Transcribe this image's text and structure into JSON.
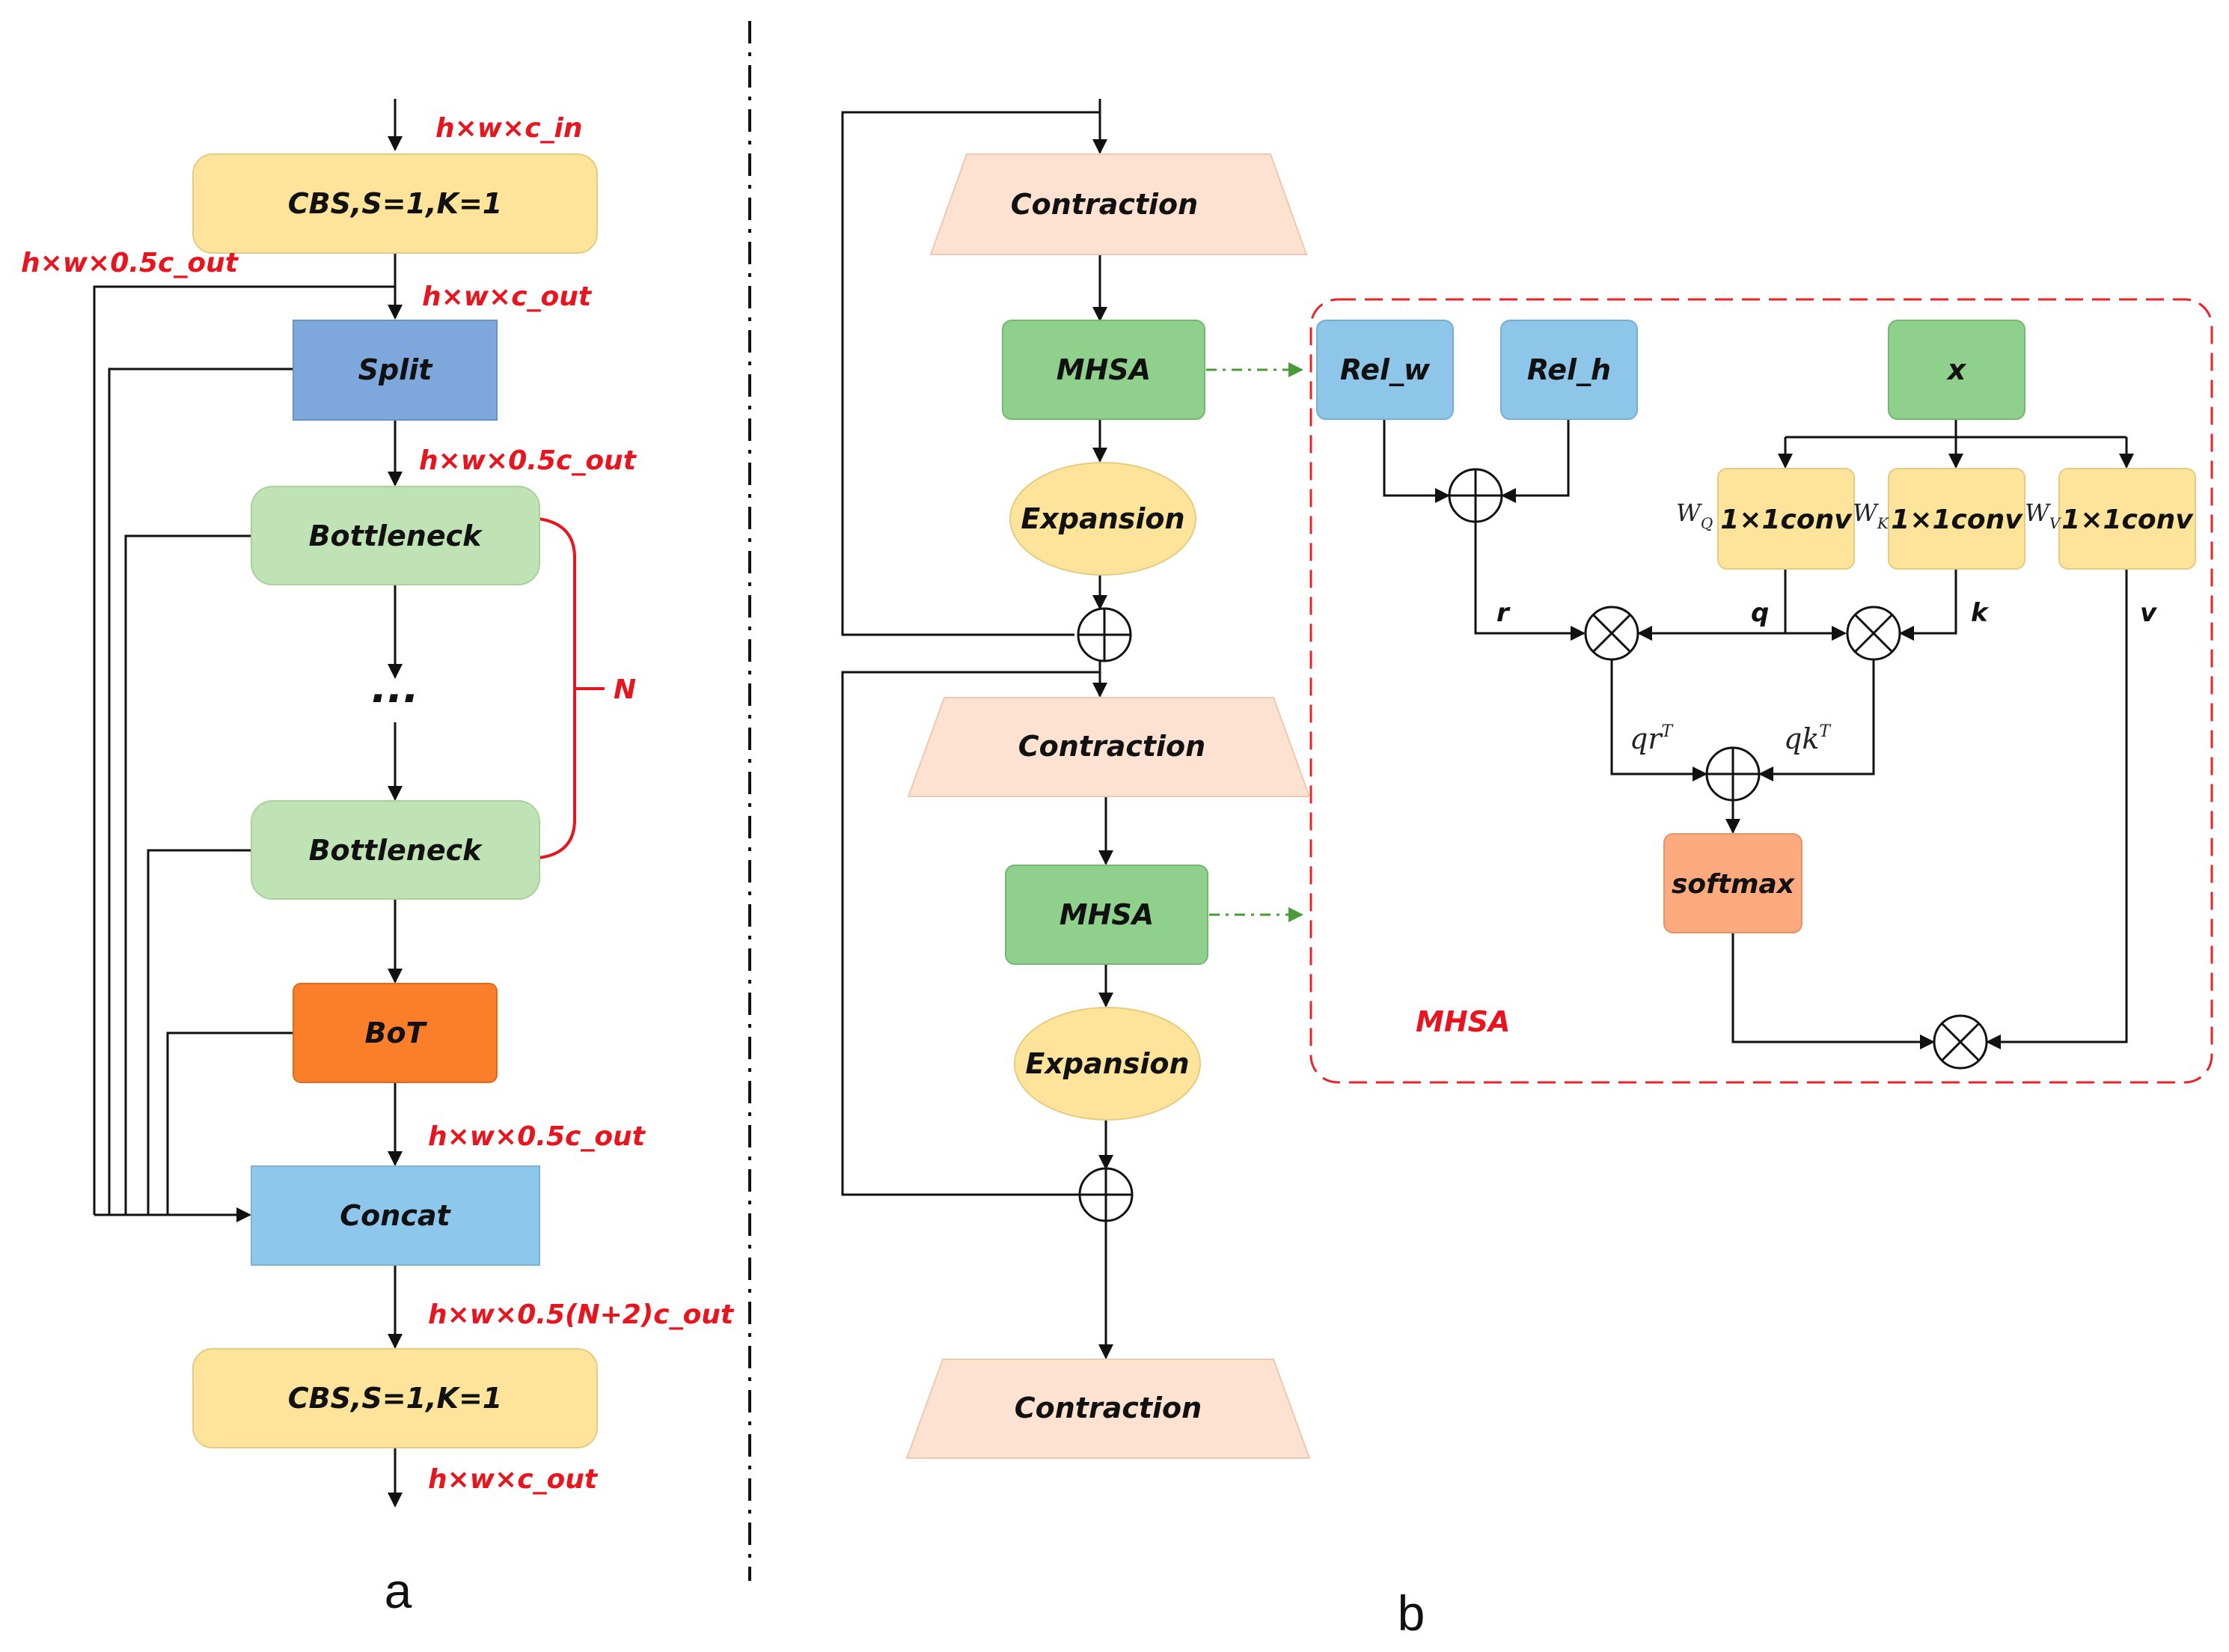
{
  "panel_a": {
    "caption": "a",
    "blocks": {
      "cbs_top": "CBS,S=1,K=1",
      "split": "Split",
      "bottleneck_1": "Bottleneck",
      "ellipsis": "...",
      "bottleneck_2": "Bottleneck",
      "bot": "BoT",
      "concat": "Concat",
      "cbs_bottom": "CBS,S=1,K=1"
    },
    "shape_labels": {
      "input": "h×w×c_in",
      "half_bypass": "h×w×0.5c_out",
      "after_cbs": "h×w×c_out",
      "after_split": "h×w×0.5c_out",
      "after_bot": "h×w×0.5c_out",
      "after_concat": "h×w×0.5(N+2)c_out",
      "output": "h×w×c_out"
    },
    "repeat_label": "N"
  },
  "panel_b": {
    "caption": "b",
    "blocks": {
      "contraction_1": "Contraction",
      "mhsa_1": "MHSA",
      "expansion_1": "Expansion",
      "contraction_2": "Contraction",
      "mhsa_2": "MHSA",
      "expansion_2": "Expansion",
      "contraction_3": "Contraction"
    },
    "mhsa_detail": {
      "title": "MHSA",
      "rel_w": "Rel_w",
      "rel_h": "Rel_h",
      "x": "x",
      "conv_q": "1×1conv",
      "conv_k": "1×1conv",
      "conv_v": "1×1conv",
      "w_q": "W",
      "w_q_sub": "Q",
      "w_k": "W",
      "w_k_sub": "K",
      "w_v": "W",
      "w_v_sub": "V",
      "r": "r",
      "q": "q",
      "k": "k",
      "v": "v",
      "qr": "qr",
      "qr_sup": "T",
      "qk": "qk",
      "qk_sup": "T",
      "softmax": "softmax"
    }
  },
  "colors": {
    "yellow": "#fde49a",
    "blue_split": "#7ea7dc",
    "green_light": "#bfe3b4",
    "orange_bot": "#fb7e2a",
    "blue_concat": "#8ec7ec",
    "peach": "#fde2d2",
    "green_mhsa": "#8fd18c",
    "blue_rel": "#8ec6ea",
    "orange_softmax": "#fdab7e",
    "red_text": "#e8141e",
    "dashed_red": "#e8242a",
    "dashed_green": "#4a9a3a"
  }
}
